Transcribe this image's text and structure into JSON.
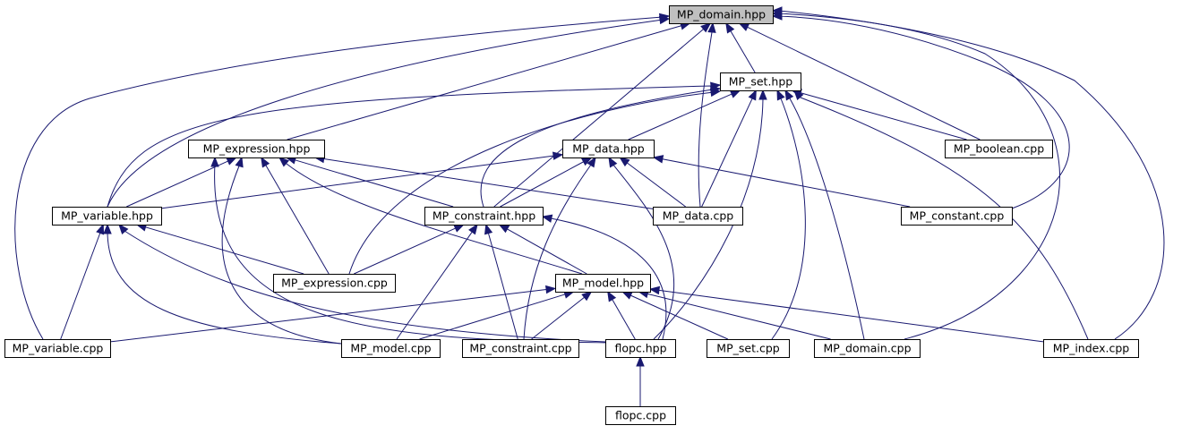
{
  "graph": {
    "nodes": [
      {
        "id": "domain_hpp",
        "label": "MP_domain.hpp",
        "root": true
      },
      {
        "id": "set_hpp",
        "label": "MP_set.hpp"
      },
      {
        "id": "expression_hpp",
        "label": "MP_expression.hpp"
      },
      {
        "id": "data_hpp",
        "label": "MP_data.hpp"
      },
      {
        "id": "boolean_cpp",
        "label": "MP_boolean.cpp"
      },
      {
        "id": "variable_hpp",
        "label": "MP_variable.hpp"
      },
      {
        "id": "constraint_hpp",
        "label": "MP_constraint.hpp"
      },
      {
        "id": "data_cpp",
        "label": "MP_data.cpp"
      },
      {
        "id": "constant_cpp",
        "label": "MP_constant.cpp"
      },
      {
        "id": "expression_cpp",
        "label": "MP_expression.cpp"
      },
      {
        "id": "model_hpp",
        "label": "MP_model.hpp"
      },
      {
        "id": "variable_cpp",
        "label": "MP_variable.cpp"
      },
      {
        "id": "model_cpp",
        "label": "MP_model.cpp"
      },
      {
        "id": "constraint_cpp",
        "label": "MP_constraint.cpp"
      },
      {
        "id": "flopc_hpp",
        "label": "flopc.hpp"
      },
      {
        "id": "set_cpp",
        "label": "MP_set.cpp"
      },
      {
        "id": "domain_cpp",
        "label": "MP_domain.cpp"
      },
      {
        "id": "index_cpp",
        "label": "MP_index.cpp"
      },
      {
        "id": "flopc_cpp",
        "label": "flopc.cpp"
      }
    ],
    "edges": [
      {
        "from": "set_hpp",
        "to": "domain_hpp"
      },
      {
        "from": "expression_hpp",
        "to": "domain_hpp"
      },
      {
        "from": "variable_hpp",
        "to": "domain_hpp"
      },
      {
        "from": "variable_cpp",
        "to": "domain_hpp"
      },
      {
        "from": "constraint_hpp",
        "to": "domain_hpp"
      },
      {
        "from": "data_cpp",
        "to": "domain_hpp"
      },
      {
        "from": "boolean_cpp",
        "to": "domain_hpp"
      },
      {
        "from": "constant_cpp",
        "to": "domain_hpp"
      },
      {
        "from": "domain_cpp",
        "to": "domain_hpp"
      },
      {
        "from": "index_cpp",
        "to": "domain_hpp"
      },
      {
        "from": "data_hpp",
        "to": "set_hpp"
      },
      {
        "from": "variable_hpp",
        "to": "set_hpp"
      },
      {
        "from": "constraint_hpp",
        "to": "set_hpp"
      },
      {
        "from": "expression_cpp",
        "to": "set_hpp"
      },
      {
        "from": "data_cpp",
        "to": "set_hpp"
      },
      {
        "from": "boolean_cpp",
        "to": "set_hpp"
      },
      {
        "from": "flopc_hpp",
        "to": "set_hpp"
      },
      {
        "from": "set_cpp",
        "to": "set_hpp"
      },
      {
        "from": "domain_cpp",
        "to": "set_hpp"
      },
      {
        "from": "index_cpp",
        "to": "set_hpp"
      },
      {
        "from": "variable_hpp",
        "to": "expression_hpp"
      },
      {
        "from": "constraint_hpp",
        "to": "expression_hpp"
      },
      {
        "from": "expression_cpp",
        "to": "expression_hpp"
      },
      {
        "from": "data_cpp",
        "to": "expression_hpp"
      },
      {
        "from": "model_hpp",
        "to": "expression_hpp"
      },
      {
        "from": "model_cpp",
        "to": "expression_hpp"
      },
      {
        "from": "flopc_hpp",
        "to": "expression_hpp"
      },
      {
        "from": "variable_hpp",
        "to": "data_hpp"
      },
      {
        "from": "constraint_hpp",
        "to": "data_hpp"
      },
      {
        "from": "data_cpp",
        "to": "data_hpp"
      },
      {
        "from": "constant_cpp",
        "to": "data_hpp"
      },
      {
        "from": "constraint_cpp",
        "to": "data_hpp"
      },
      {
        "from": "flopc_hpp",
        "to": "data_hpp"
      },
      {
        "from": "expression_cpp",
        "to": "variable_hpp"
      },
      {
        "from": "variable_cpp",
        "to": "variable_hpp"
      },
      {
        "from": "model_cpp",
        "to": "variable_hpp"
      },
      {
        "from": "flopc_hpp",
        "to": "variable_hpp"
      },
      {
        "from": "expression_cpp",
        "to": "constraint_hpp"
      },
      {
        "from": "model_hpp",
        "to": "constraint_hpp"
      },
      {
        "from": "model_cpp",
        "to": "constraint_hpp"
      },
      {
        "from": "constraint_cpp",
        "to": "constraint_hpp"
      },
      {
        "from": "flopc_hpp",
        "to": "constraint_hpp"
      },
      {
        "from": "variable_cpp",
        "to": "model_hpp"
      },
      {
        "from": "model_cpp",
        "to": "model_hpp"
      },
      {
        "from": "constraint_cpp",
        "to": "model_hpp"
      },
      {
        "from": "flopc_hpp",
        "to": "model_hpp"
      },
      {
        "from": "set_cpp",
        "to": "model_hpp"
      },
      {
        "from": "domain_cpp",
        "to": "model_hpp"
      },
      {
        "from": "index_cpp",
        "to": "model_hpp"
      },
      {
        "from": "flopc_cpp",
        "to": "flopc_hpp"
      }
    ]
  },
  "colors": {
    "edge": "#191970",
    "node_border": "#000000",
    "node_fill": "#ffffff",
    "root_fill": "#bfbfbf"
  }
}
